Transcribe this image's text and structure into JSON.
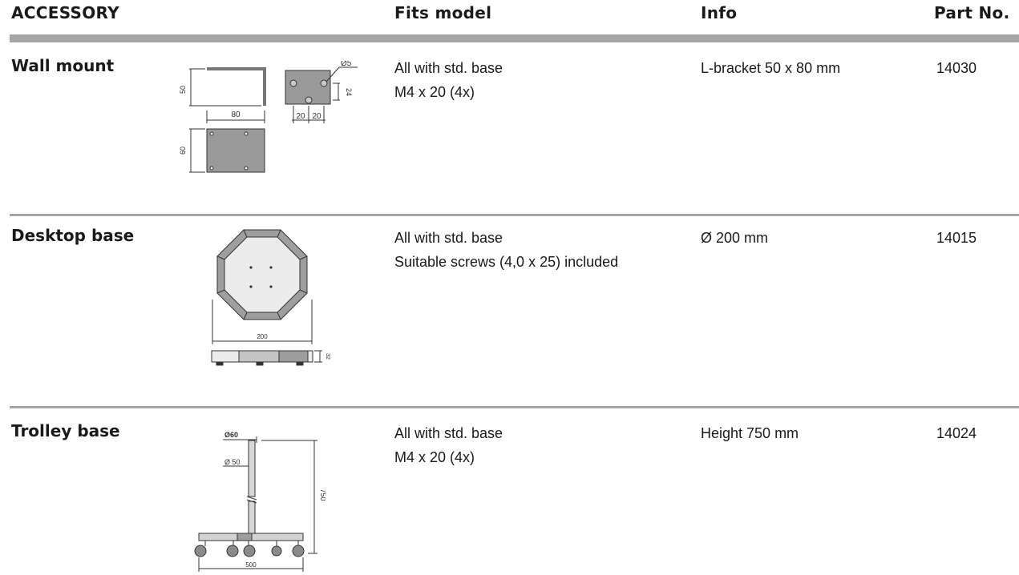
{
  "header": {
    "accessory": "ACCESSORY",
    "fits_model": "Fits model",
    "info": "Info",
    "part_no": "Part No."
  },
  "rows": [
    {
      "name": "Wall mount",
      "fits": [
        "All with std. base",
        "M4 x 20 (4x)"
      ],
      "info": "L-bracket 50 x 80 mm",
      "part": "14030",
      "dims": {
        "d50": "50",
        "d80": "80",
        "d60": "60",
        "d5": "Ø5",
        "d24": "24",
        "d20a": "20",
        "d20b": "20"
      }
    },
    {
      "name": "Desktop base",
      "fits": [
        "All with std. base",
        "Suitable screws (4,0 x 25) included"
      ],
      "info": "Ø 200 mm",
      "part": "14015",
      "dims": {
        "d200": "200",
        "d32": "32"
      }
    },
    {
      "name": "Trolley base",
      "fits": [
        "All with std. base",
        "M4 x 20 (4x)"
      ],
      "info": "Height 750 mm",
      "part": "14024",
      "dims": {
        "d60": "Ø60",
        "d50": "Ø 50",
        "d750": "750",
        "d500": "500"
      }
    }
  ]
}
